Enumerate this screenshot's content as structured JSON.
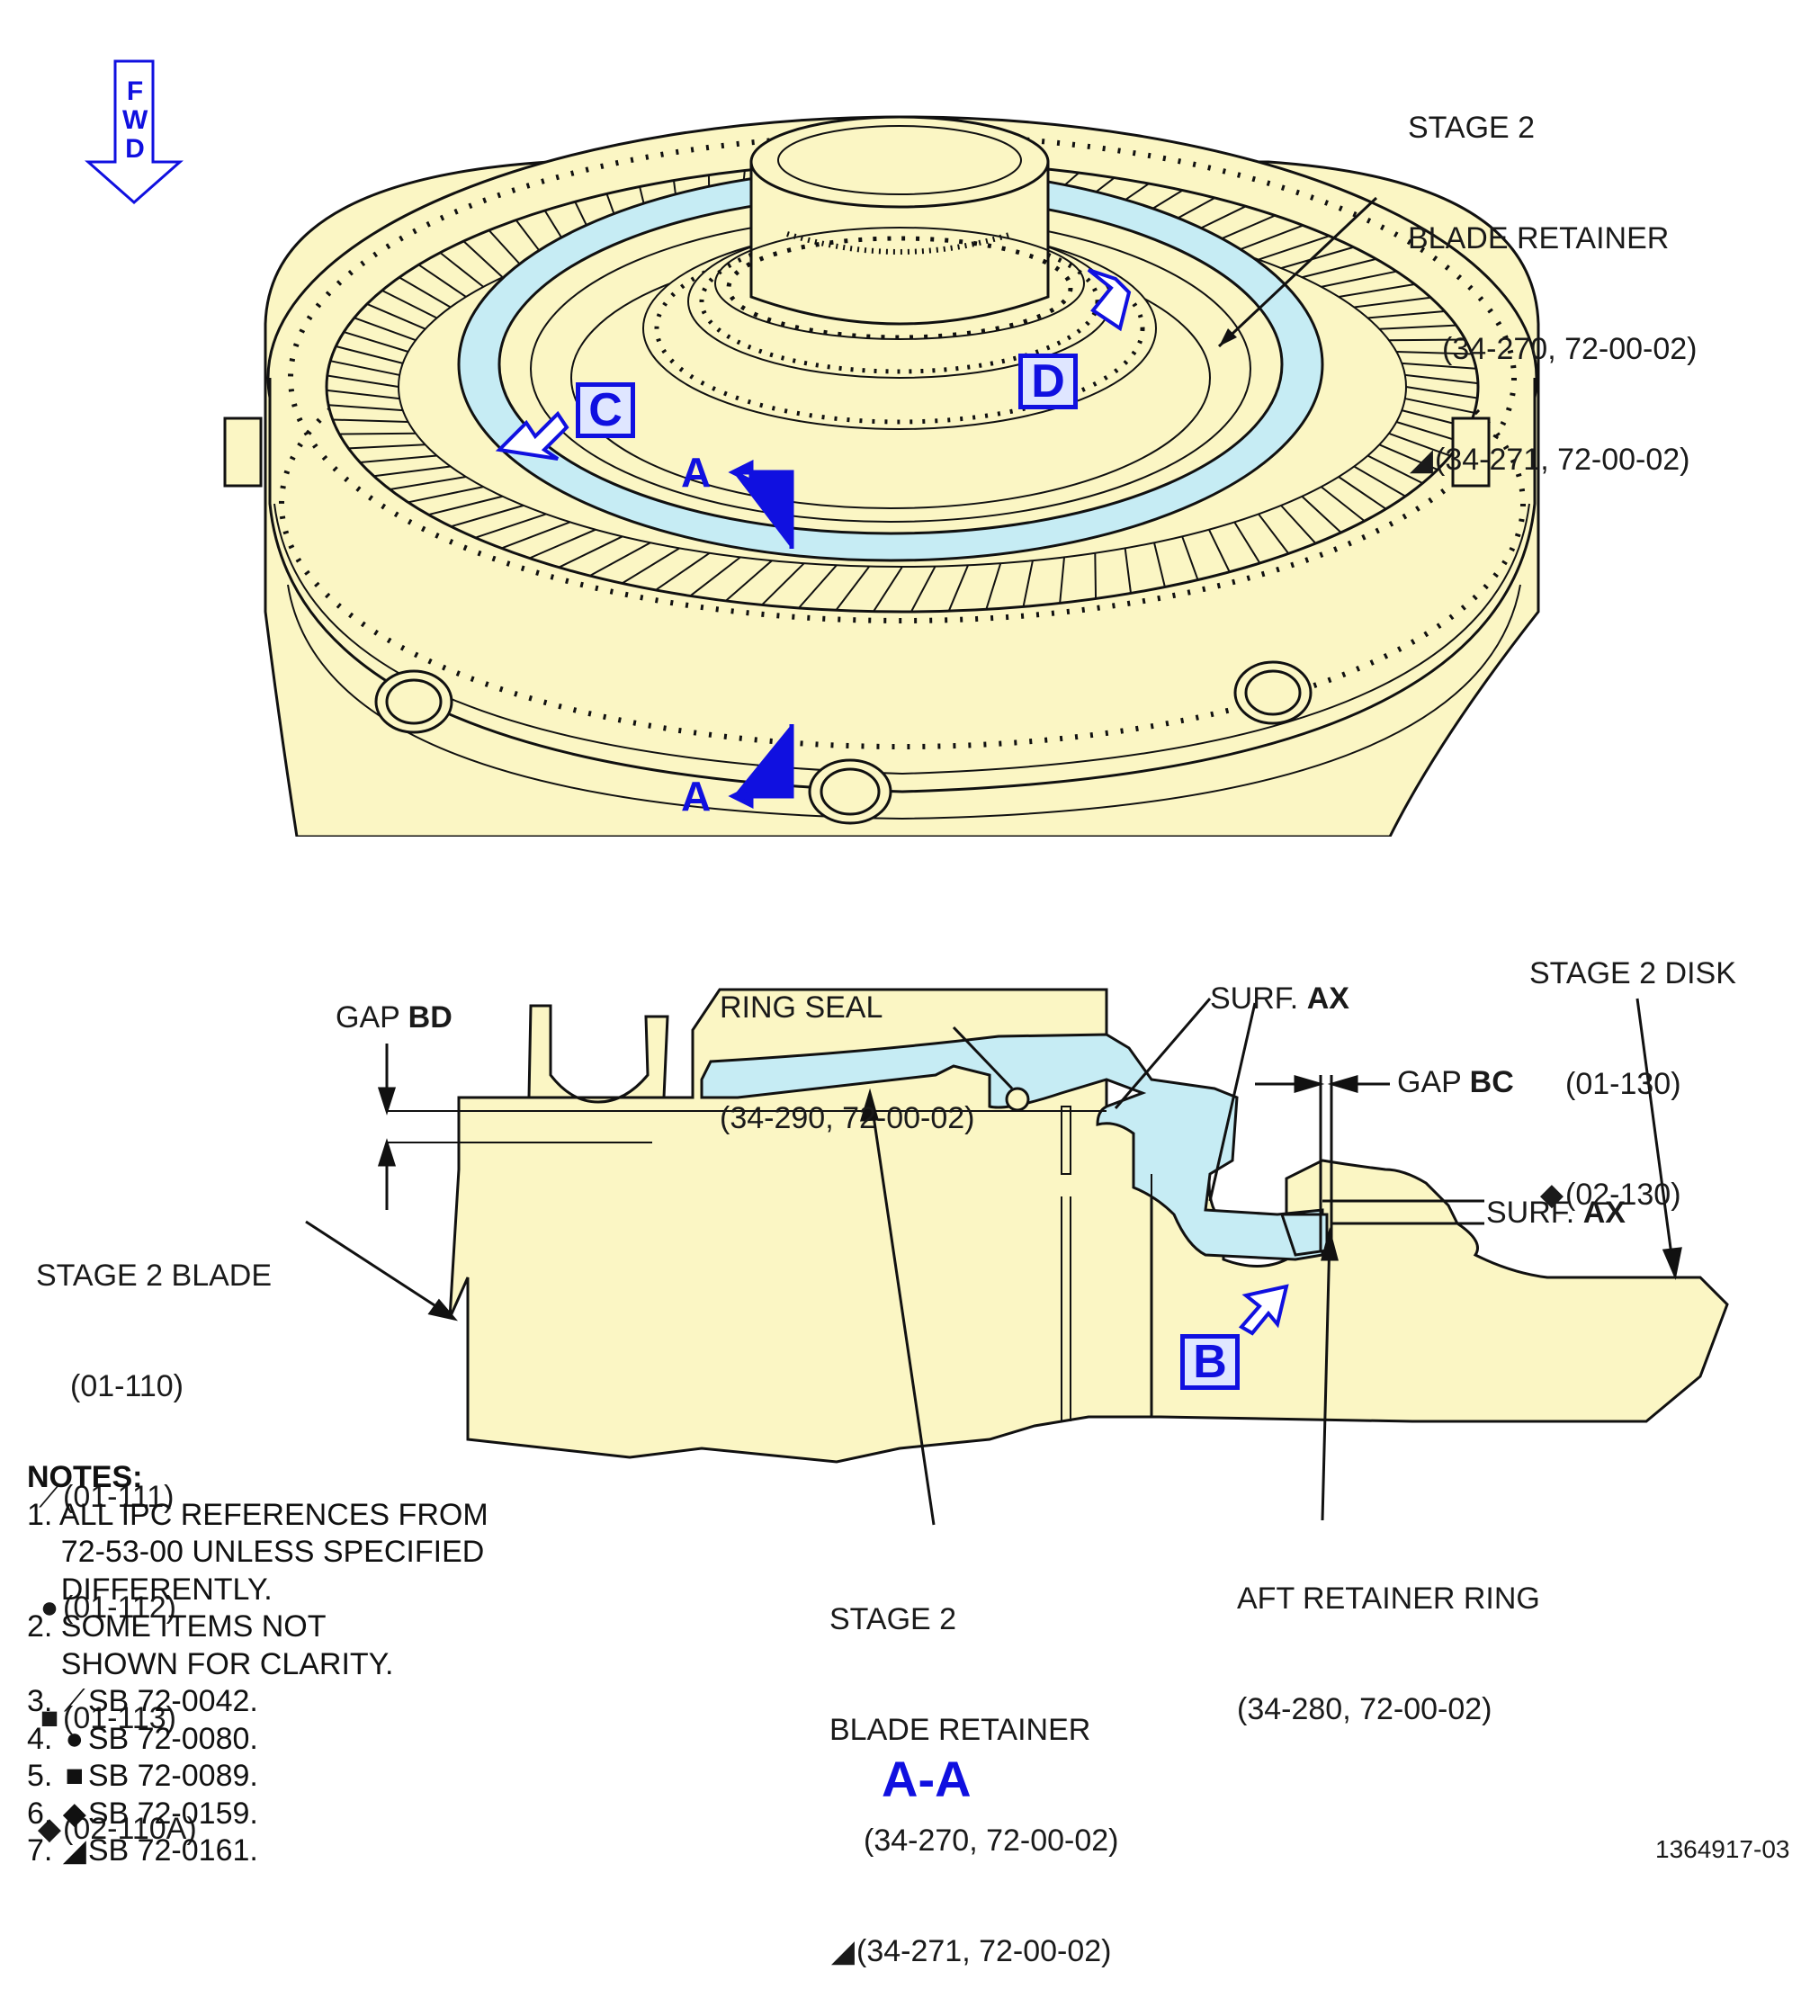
{
  "fwd": {
    "letters": [
      "F",
      "W",
      "D"
    ]
  },
  "stage2_blade_retainer_top": {
    "line1": "STAGE 2",
    "line2": "BLADE RETAINER",
    "ref1": "(34-270, 72-00-02)",
    "ref2": "(34-271, 72-00-02)"
  },
  "view_letters": {
    "c": "C",
    "d": "D",
    "b": "B",
    "a_top": "A",
    "a_bottom": "A"
  },
  "ring_seal": {
    "line1": "RING SEAL",
    "line2": "(34-290, 72-00-02)"
  },
  "stage2_disk": {
    "line1": "STAGE 2 DISK",
    "ref1": "(01-130)",
    "ref2": "(02-130)"
  },
  "gap_bd": {
    "prefix": "GAP ",
    "bold": "BD"
  },
  "gap_bc": {
    "prefix": "GAP ",
    "bold": "BC"
  },
  "surf_ax_upper": {
    "prefix": "SURF. ",
    "bold": "AX"
  },
  "surf_ax_lower": {
    "prefix": "SURF. ",
    "bold": "AX"
  },
  "stage2_blade": {
    "line1": "STAGE 2 BLADE",
    "refs": [
      "(01-110)",
      "(01-111)",
      "(01-112)",
      "(01-113)",
      "(02-110A)"
    ]
  },
  "stage2_blade_retainer_bottom": {
    "line1": "STAGE 2",
    "line2": "BLADE RETAINER",
    "ref1": "(34-270, 72-00-02)",
    "ref2": "(34-271, 72-00-02)"
  },
  "aft_retainer_ring": {
    "line1": "AFT RETAINER RING",
    "line2": "(34-280, 72-00-02)"
  },
  "section_title": "A-A",
  "notes": {
    "heading": "NOTES:",
    "items": [
      "1. ALL IPC REFERENCES FROM",
      "    72-53-00 UNLESS SPECIFIED",
      "    DIFFERENTLY.",
      "2. SOME ITEMS NOT",
      "    SHOWN FOR CLARITY.",
      "3. ",
      "4. ",
      "5. ",
      "6. ",
      "7. "
    ],
    "sb": [
      "SB 72-0042.",
      "SB 72-0080.",
      "SB 72-0089.",
      "SB 72-0159.",
      "SB 72-0161."
    ]
  },
  "figure_number": "1364917-03",
  "colors": {
    "part_fill": "#fbf6c4",
    "highlight_fill": "#c6ecf4",
    "callout_blue": "#1010e0",
    "line": "#111111"
  }
}
